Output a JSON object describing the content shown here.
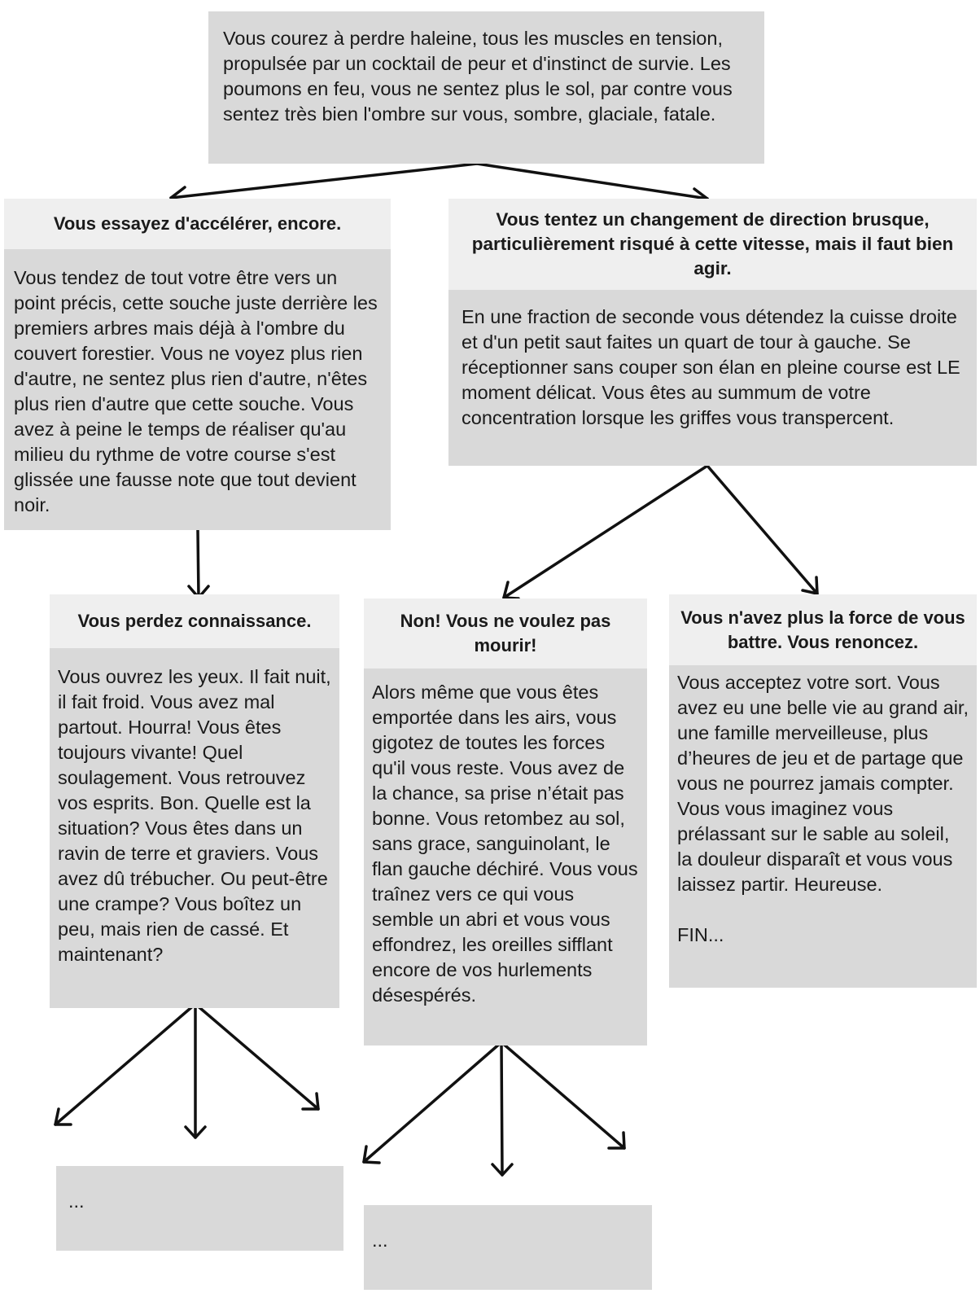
{
  "intro": "Vous courez à perdre haleine, tous les muscles en tension, propulsée par un cocktail de peur et d'instinct de survie. Les poumons en feu, vous ne sentez plus le sol, par contre vous sentez très bien l'ombre sur vous, sombre, glaciale, fatale.",
  "choices": {
    "accelerate": {
      "title": "Vous essayez d'accélérer, encore.",
      "text": "Vous tendez de tout votre être vers un point précis, cette souche juste derrière les premiers arbres mais déjà à l'ombre du couvert forestier. Vous ne voyez plus rien d'autre, ne sentez plus rien d'autre, n'êtes plus rien d'autre que cette souche. Vous avez à peine le temps de réaliser qu'au milieu du rythme de votre course s'est glissée une fausse note que tout devient noir."
    },
    "change_direction": {
      "title": "Vous tentez un changement de direction brusque, particulièrement risqué à cette vitesse, mais il faut bien agir.",
      "text": "En une fraction de seconde vous détendez la cuisse droite et d'un petit saut faites un quart de tour à gauche. Se réceptionner sans couper son élan en pleine course est LE moment délicat. Vous êtes au summum de votre concentration lorsque les griffes vous transpercent."
    },
    "unconscious": {
      "title": "Vous perdez connaissance.",
      "text": "Vous ouvrez les yeux. Il fait nuit, il fait froid. Vous avez mal partout. Hourra! Vous êtes toujours vivante! Quel soulagement. Vous retrouvez vos esprits. Bon. Quelle est la situation? Vous êtes dans un ravin de terre et graviers. Vous avez dû trébucher. Ou peut-être une crampe? Vous boîtez un peu, mais rien de cassé. Et maintenant?"
    },
    "refuse_death": {
      "title": "Non! Vous ne voulez pas mourir!",
      "text": "Alors même que vous êtes emportée dans les airs, vous gigotez de toutes les forces qu'il vous reste. Vous avez de la chance, sa prise n’était pas bonne. Vous retombez au sol, sans grace, sanguinolant, le flan gauche déchiré. Vous vous traînez vers ce qui vous semble un abri et vous vous effondrez, les oreilles sifflant encore de vos hurlements désespérés."
    },
    "give_up": {
      "title": "Vous n'avez plus la force de vous battre. Vous renoncez.",
      "text": "Vous acceptez votre sort. Vous avez eu une belle vie au grand air, une famille merveilleuse, plus d’heures de jeu et de partage que vous ne pourrez jamais compter. Vous vous imaginez vous prélassant sur le sable au soleil, la douleur disparaît et vous vous laissez partir. Heureuse.\n\nFIN..."
    }
  },
  "continuations": {
    "left": "...",
    "middle": "..."
  },
  "colors": {
    "box_body": "#d9d9d9",
    "box_header": "#efefef",
    "arrow": "#111111"
  }
}
